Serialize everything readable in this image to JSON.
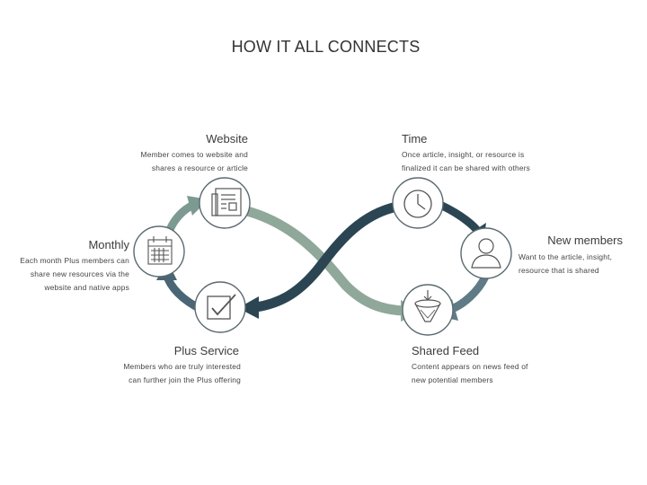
{
  "title": "HOW IT ALL CONNECTS",
  "colors": {
    "dark": "#233a47",
    "mid": "#3f5a6a",
    "light": "#8fa89a",
    "pale": "#b6c8bd",
    "stroke": "#5a6a70"
  },
  "nodes": {
    "website": {
      "label": "Website",
      "desc": [
        "Member comes to website and",
        "shares a resource or article"
      ],
      "icon": "newspaper-icon"
    },
    "time": {
      "label": "Time",
      "desc": [
        "Once article, insight, or resource is",
        "finalized it can be shared with others"
      ],
      "icon": "clock-icon"
    },
    "monthly": {
      "label": "Monthly",
      "desc": [
        "Each month Plus members can",
        "share new resources via the",
        "website and native apps"
      ],
      "icon": "calendar-icon"
    },
    "members": {
      "label": "New members",
      "desc": [
        "Want to the article, insight,",
        "resource that is shared"
      ],
      "icon": "person-icon"
    },
    "plus": {
      "label": "Plus Service",
      "desc": [
        "Members who are truly interested",
        "can further join the Plus offering"
      ],
      "icon": "checkbox-icon"
    },
    "feed": {
      "label": "Shared Feed",
      "desc": [
        "Content appears on news feed of",
        "new potential members"
      ],
      "icon": "funnel-icon"
    }
  }
}
